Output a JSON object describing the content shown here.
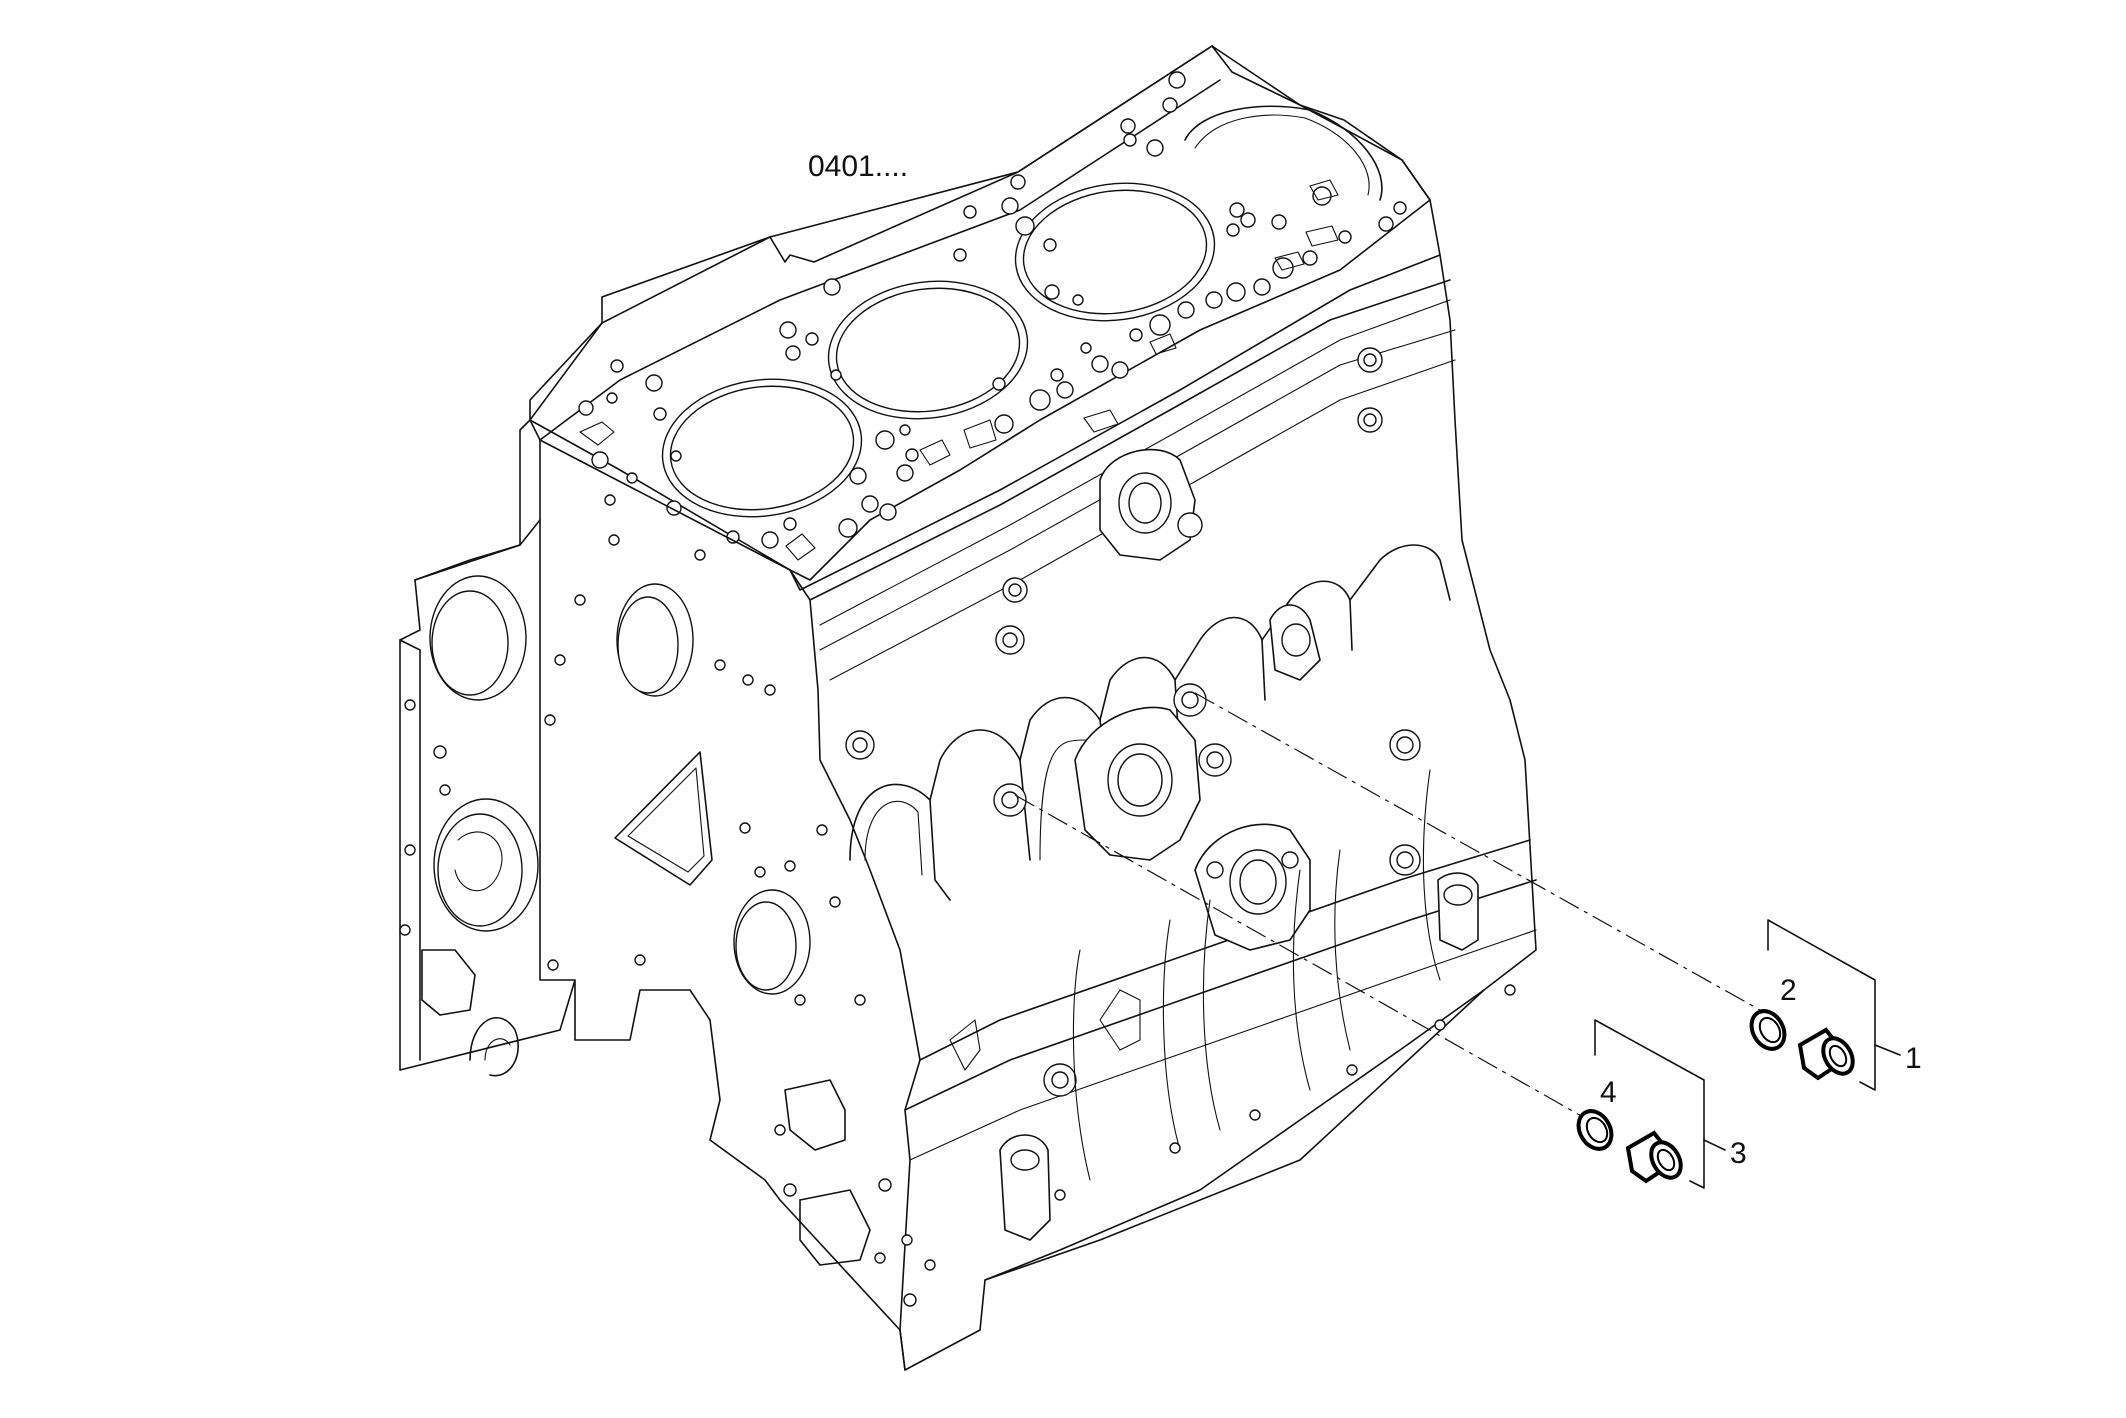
{
  "diagram": {
    "reference": "0401....",
    "callouts": [
      {
        "id": "1",
        "label": "1"
      },
      {
        "id": "2",
        "label": "2"
      },
      {
        "id": "3",
        "label": "3"
      },
      {
        "id": "4",
        "label": "4"
      }
    ]
  }
}
